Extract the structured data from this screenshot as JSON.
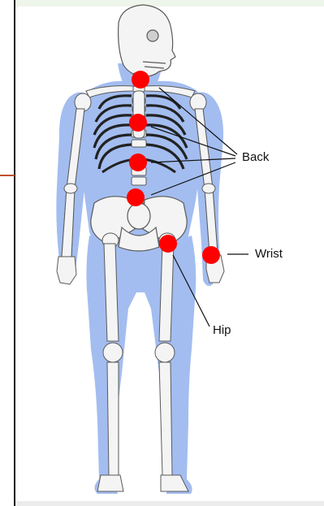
{
  "labels": {
    "back": "Back",
    "wrist": "Wrist",
    "hip": "Hip"
  },
  "colors": {
    "body_silhouette": "#a3bdf0",
    "bone": "#f4f4f4",
    "bone_outline": "#5a5a5a",
    "fracture_site": "#ff0000",
    "leader_line": "#111111",
    "left_rule": "#1a1a1a",
    "accent_rule": "#c0502a"
  }
}
